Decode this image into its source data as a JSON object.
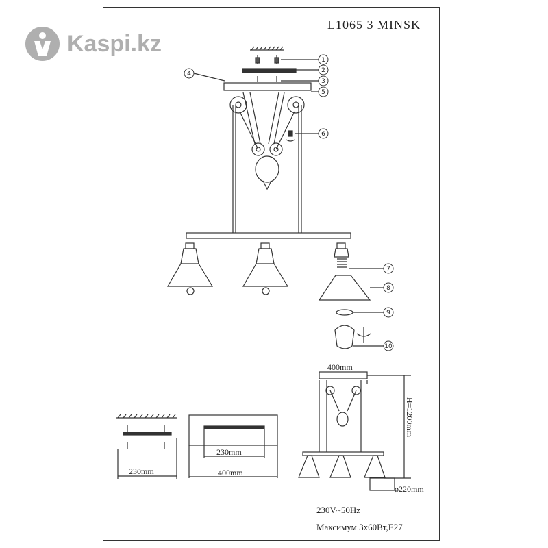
{
  "watermark": {
    "text": "Kaspi.kz",
    "icon": "kaspi-logo-icon"
  },
  "title": "L1065 3 MINSK",
  "callouts": [
    "1",
    "2",
    "3",
    "4",
    "5",
    "6",
    "7",
    "8",
    "9",
    "10"
  ],
  "dimensions": {
    "top_width": "400mm",
    "height": "H=1200mm",
    "shade_diameter": "ø220mm",
    "mount_small_width": "230mm",
    "canopy_inner_width": "230mm",
    "canopy_outer_width": "400mm"
  },
  "specs": {
    "voltage": "230V~50Hz",
    "max_power": "Максимум 3х60Вт,E27"
  },
  "colors": {
    "line": "#333333",
    "watermark": "#6e6e6e"
  }
}
